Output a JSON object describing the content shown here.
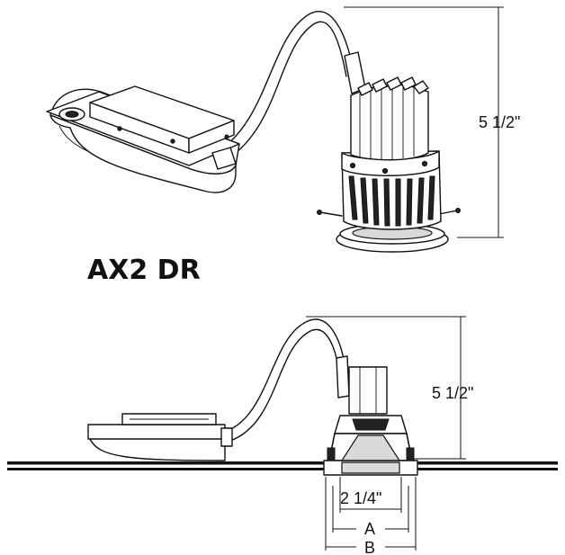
{
  "title": "AX2 DR",
  "top_view": {
    "height_label": "5 1/2\""
  },
  "section_view": {
    "height_label": "5 1/2\"",
    "aperture_label": "2 1/4\"",
    "dim_a_label": "A",
    "dim_b_label": "B"
  }
}
